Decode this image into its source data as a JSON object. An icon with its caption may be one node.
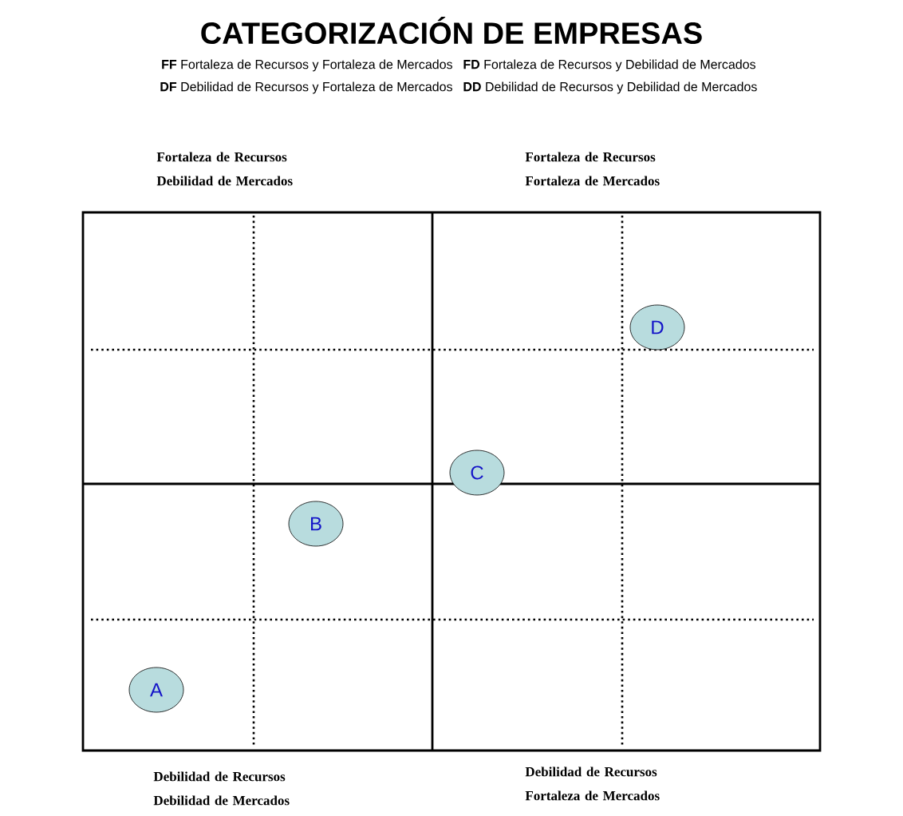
{
  "diagram": {
    "title": "CATEGORIZACIÓN DE EMPRESAS",
    "nodes": [
      {
        "text": [
          "A"
        ]
      },
      {
        "text": [
          "B"
        ]
      },
      {
        "text": [
          "C"
        ]
      },
      {
        "text": [
          "D"
        ]
      }
    ],
    "labels": [
      "**FF** Fortaleza de Recursos y Fortaleza de Mercados",
      "**FD** Fortaleza de Recursos y Debilidad de Mercados",
      "**DF** Debilidad de Recursos y Fortaleza de Mercados",
      "**DD** Debilidad de Recursos y Debilidad de Mercados",
      "Fortaleza de Recursos Debilidad de Mercados",
      "Fortaleza de Recursos Fortaleza de Mercados",
      "Debilidad de Recursos Debilidad de Mercados",
      "Debilidad de Recursos Fortaleza de Mercados"
    ]
  }
}
